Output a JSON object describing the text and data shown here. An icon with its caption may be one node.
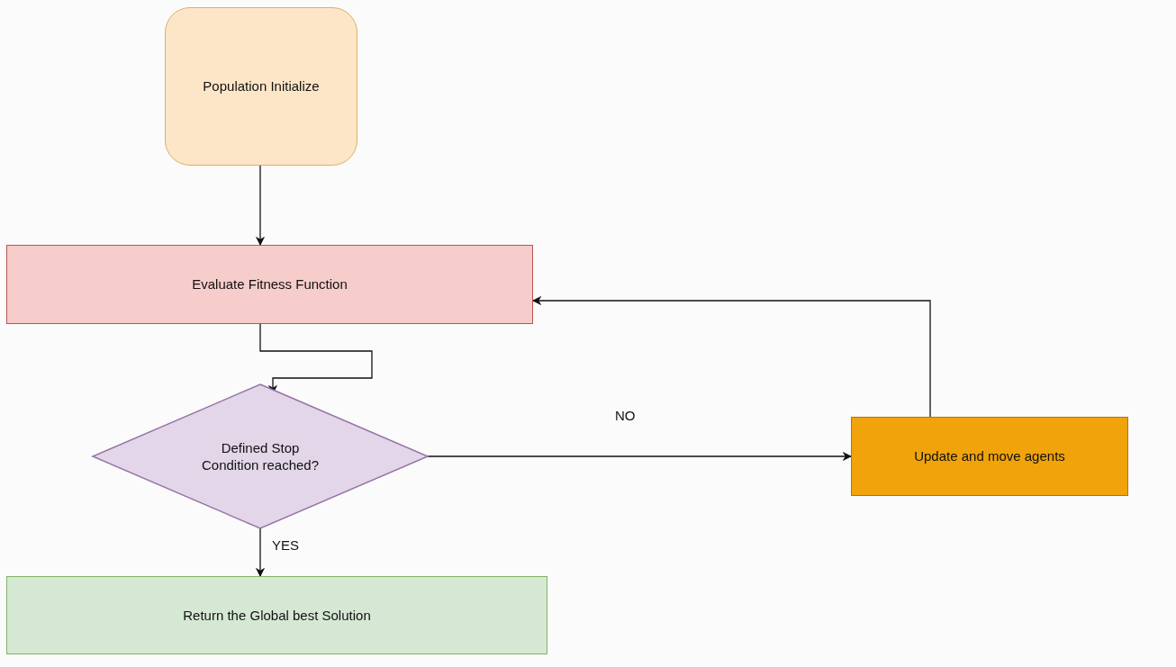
{
  "diagram": {
    "nodes": [
      {
        "text": [
          "Population Initialize"
        ]
      },
      {
        "text": [
          "Evaluate Fitness Function"
        ]
      },
      {
        "text": [
          "Defined Stop Condition reached?"
        ]
      },
      {
        "text": [
          "Return the Global best Solution"
        ]
      },
      {
        "text": [
          "Update and move agents"
        ]
      }
    ],
    "edges": [
      {
        "from": 0,
        "to": 1,
        "arrow": "to"
      },
      {
        "from": 1,
        "to": 2,
        "arrow": "to"
      },
      {
        "from": 2,
        "to": 3,
        "arrow": "to",
        "label": "YES"
      },
      {
        "from": 2,
        "to": 4,
        "arrow": "to",
        "label": "NO"
      },
      {
        "from": 4,
        "to": 1,
        "arrow": "to"
      }
    ]
  }
}
